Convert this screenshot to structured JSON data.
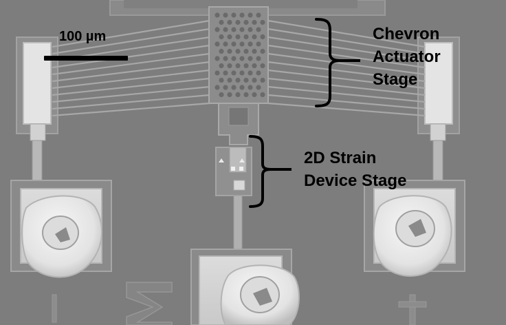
{
  "scale_bar": {
    "label": "100 µm"
  },
  "annotations": {
    "chevron": {
      "line1": "Chevron",
      "line2": "Actuator",
      "line3": "Stage"
    },
    "strain": {
      "line1": "2D Strain",
      "line2": "Device Stage"
    }
  },
  "colors": {
    "background": "#7d7d7d",
    "structure": "#8f8f8f",
    "pad_bright": "#e2e2e2",
    "bond_ball": "#ececec",
    "annotation": "#000000"
  }
}
